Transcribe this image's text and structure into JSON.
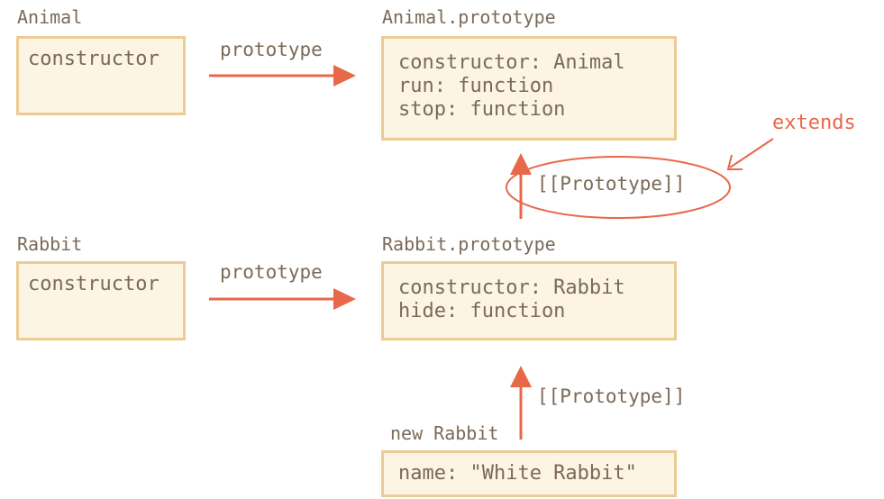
{
  "animal": {
    "title": "Animal",
    "constructor_box": {
      "lines": [
        "constructor"
      ]
    },
    "prototype_edge": "prototype"
  },
  "animal_prototype": {
    "title": "Animal.prototype",
    "lines": [
      "constructor: Animal",
      "run: function",
      "stop: function"
    ]
  },
  "extends_note": {
    "label": "extends",
    "link_label": "[[Prototype]]"
  },
  "rabbit": {
    "title": "Rabbit",
    "constructor_box": {
      "lines": [
        "constructor"
      ]
    },
    "prototype_edge": "prototype"
  },
  "rabbit_prototype": {
    "title": "Rabbit.prototype",
    "lines": [
      "constructor: Rabbit",
      "hide: function"
    ]
  },
  "new_rabbit": {
    "title": "new Rabbit",
    "lines": [
      "name: \"White Rabbit\""
    ],
    "link_label": "[[Prototype]]"
  },
  "colors": {
    "box_fill": "#fdf5e4",
    "box_border": "#eccb94",
    "text": "#7a6a58",
    "arrow": "#e8684a"
  }
}
